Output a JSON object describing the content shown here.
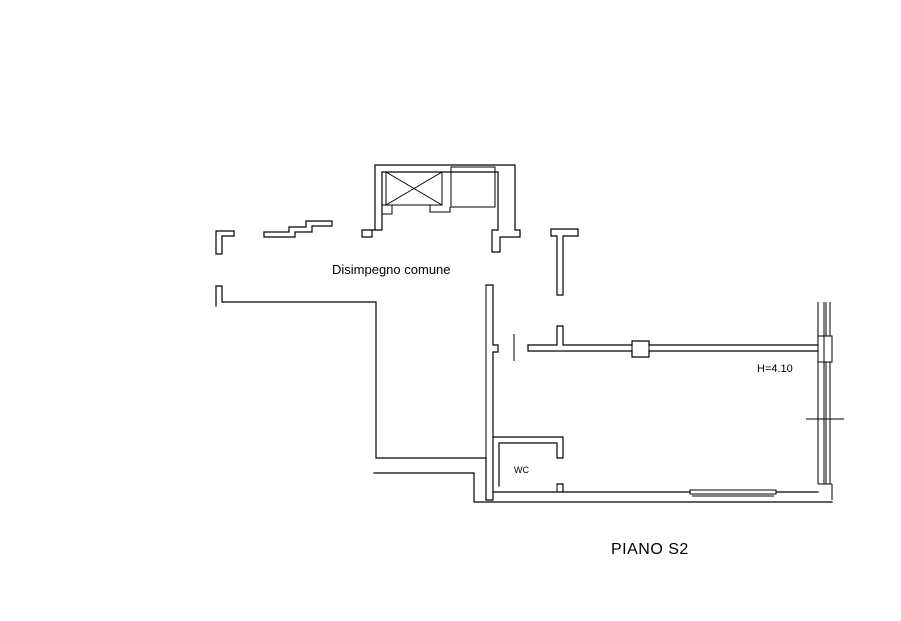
{
  "plan": {
    "room_label": "Disimpegno comune",
    "height_label": "H=4.10",
    "wc_label": "WC",
    "floor_title": "PIANO S2"
  },
  "colors": {
    "background": "#ffffff",
    "lines": "#000000"
  }
}
